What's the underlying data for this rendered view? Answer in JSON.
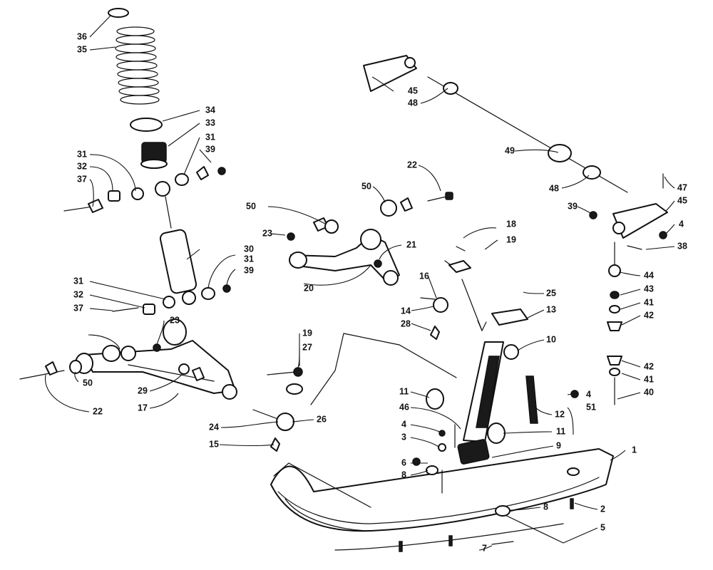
{
  "diagram": {
    "callouts": [
      "36",
      "35",
      "34",
      "33",
      "31",
      "39",
      "31",
      "32",
      "37",
      "30",
      "31",
      "39",
      "31",
      "32",
      "37",
      "23",
      "50",
      "50",
      "22",
      "22",
      "50",
      "23",
      "21",
      "20",
      "18",
      "19",
      "16",
      "14",
      "28",
      "45",
      "48",
      "49",
      "48",
      "47",
      "45",
      "39",
      "4",
      "38",
      "44",
      "43",
      "41",
      "42",
      "42",
      "41",
      "40",
      "25",
      "13",
      "10",
      "12",
      "11",
      "46",
      "4",
      "3",
      "9",
      "6",
      "8",
      "11",
      "4",
      "51",
      "1",
      "8",
      "2",
      "5",
      "7",
      "19",
      "27",
      "29",
      "17",
      "24",
      "26",
      "15"
    ]
  }
}
